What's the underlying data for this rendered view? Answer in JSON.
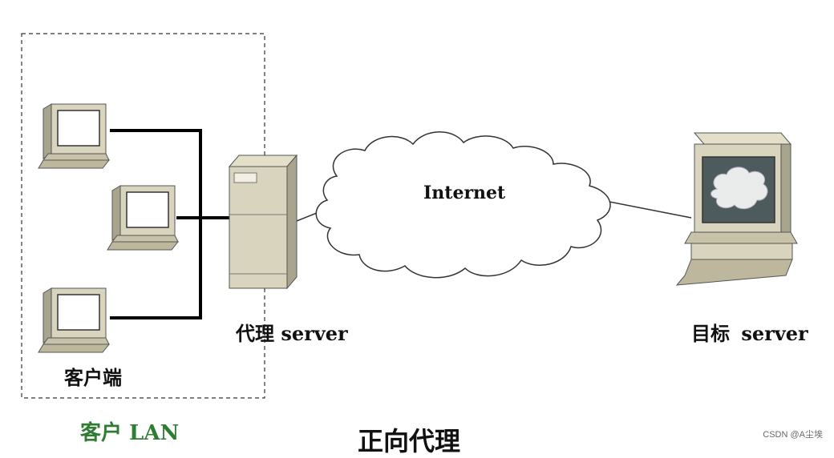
{
  "diagram": {
    "client_label": "客户端",
    "lan_label": "客户 LAN",
    "proxy_label": "代理 server",
    "target_label": "目标 server",
    "internet_label": "Internet",
    "caption": "正向代理",
    "watermark": "CSDN @A尘埃"
  },
  "colors": {
    "lan_text": "#2e7d32",
    "device_beige": "#d9d4bd",
    "device_shade": "#a9a48d",
    "screen_dark": "#4e5b5c",
    "line": "#000000"
  },
  "icons": [
    "client-computer-icon",
    "proxy-server-tower-icon",
    "internet-cloud-icon",
    "target-server-computer-icon"
  ]
}
